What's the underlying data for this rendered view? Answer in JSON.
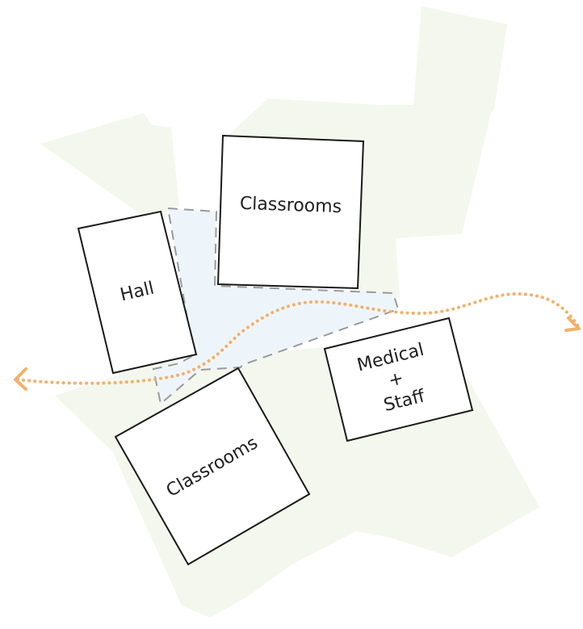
{
  "diagram": {
    "buildings": {
      "hall": {
        "label": "Hall"
      },
      "classrooms_top": {
        "label": "Classrooms"
      },
      "classrooms_bottom": {
        "label": "Classrooms"
      },
      "medical_staff": {
        "lines": [
          "Medical",
          "+",
          "Staff"
        ]
      }
    },
    "colors": {
      "landscape": "#f3f7ed",
      "courtyard_fill": "#eef5fa",
      "courtyard_stroke": "#9a9a9a",
      "building_fill": "#ffffff",
      "building_stroke": "#1a1a1a",
      "path": "#f2b06b"
    },
    "elements": {
      "landscape": "green landscape areas",
      "courtyard": "dashed courtyard zone",
      "path": "dotted circulation path with arrows at both ends"
    }
  }
}
